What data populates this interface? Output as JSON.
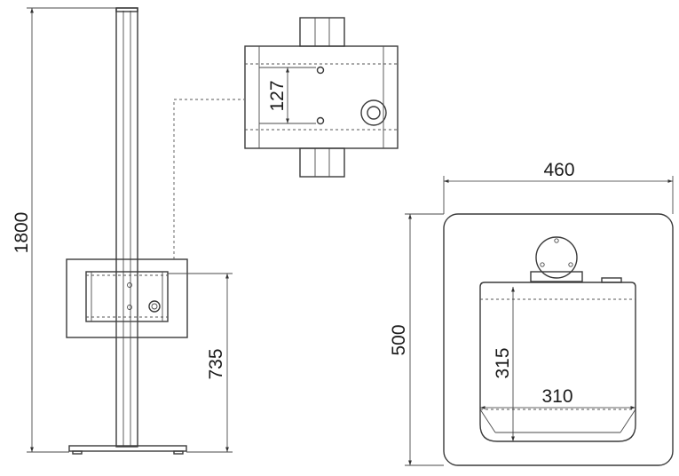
{
  "dimensions": {
    "total_height": "1800",
    "mount_height": "735",
    "head_height": "127",
    "base_width": "460",
    "base_depth": "500",
    "box_depth": "315",
    "box_width": "310"
  }
}
